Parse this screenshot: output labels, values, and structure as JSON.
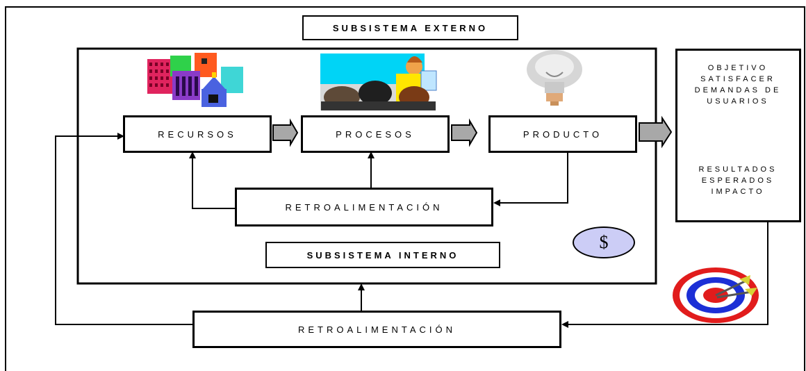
{
  "external_subsystem": {
    "label": "SUBSISTEMA EXTERNO"
  },
  "internal_subsystem": {
    "label": "SUBSISTEMA INTERNO"
  },
  "flow": {
    "resources": "RECURSOS",
    "processes": "PROCESOS",
    "product": "PRODUCTO"
  },
  "inner_feedback": {
    "label": "RETROALIMENTACIÓN"
  },
  "outer_feedback": {
    "label": "RETROALIMENTACIÓN"
  },
  "objective": {
    "lines": [
      "OBJETIVO",
      "SATISFACER",
      "DEMANDAS DE",
      "USUARIOS"
    ]
  },
  "results": {
    "lines": [
      "RESULTADOS",
      "ESPERADOS",
      "IMPACTO"
    ]
  },
  "money_badge": {
    "symbol": "$"
  },
  "colors": {
    "arrow_fill": "#a8a8a8",
    "badge_fill": "#cccdf6",
    "target_red": "#e11c1c",
    "target_blue": "#1c2fd6"
  }
}
